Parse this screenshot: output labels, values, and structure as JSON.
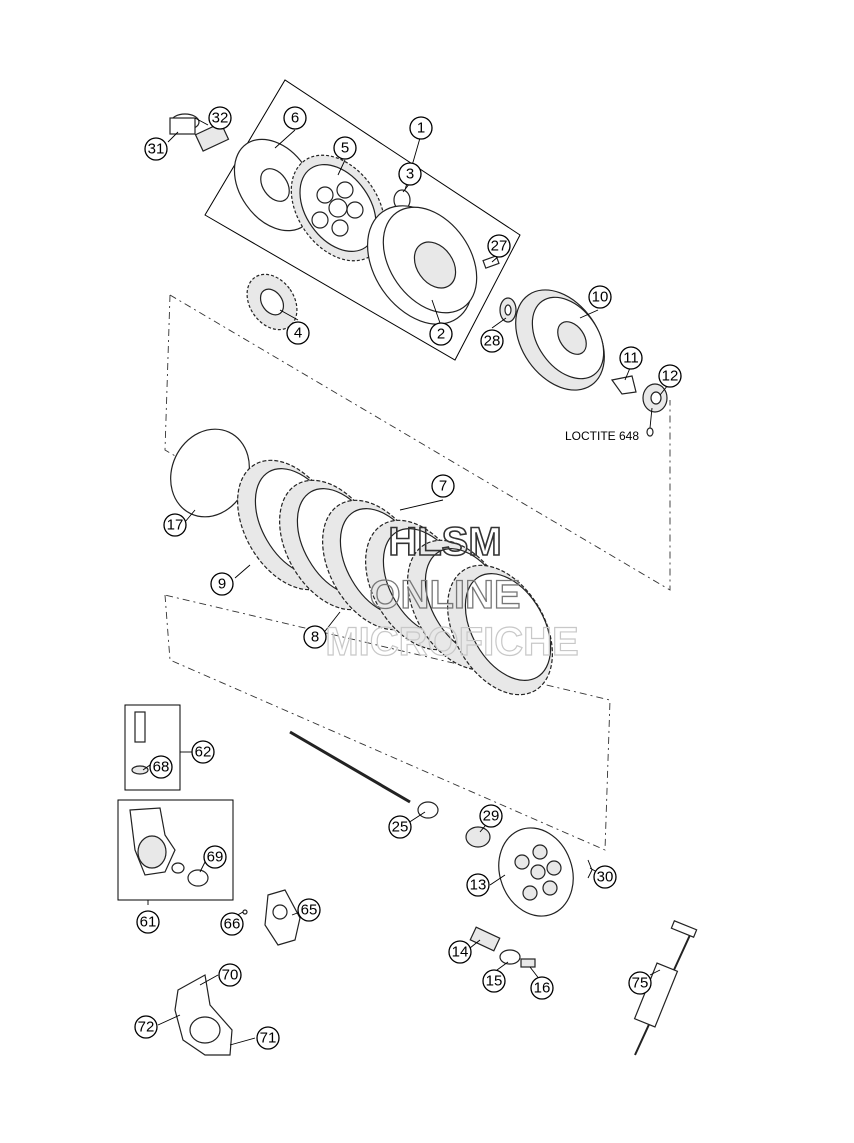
{
  "callouts": [
    "1",
    "2",
    "3",
    "4",
    "5",
    "6",
    "7",
    "8",
    "9",
    "10",
    "11",
    "12",
    "13",
    "14",
    "15",
    "16",
    "17",
    "25",
    "27",
    "28",
    "29",
    "30",
    "31",
    "32",
    "61",
    "62",
    "65",
    "66",
    "68",
    "69",
    "70",
    "71",
    "72",
    "75"
  ],
  "note": "LOCTITE 648",
  "watermark": {
    "line1": "HLSM",
    "line2": "ONLINE",
    "line3": "MICROFICHE"
  }
}
